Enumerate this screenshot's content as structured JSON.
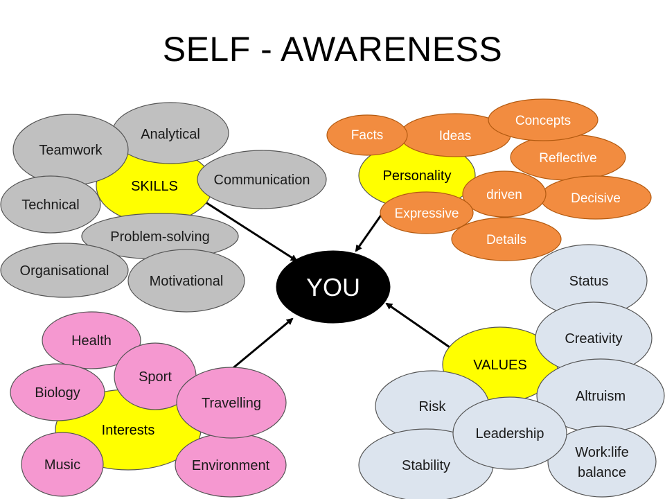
{
  "title": "SELF - AWARENESS",
  "center": "YOU",
  "colors": {
    "hub": "#ffff00",
    "skills": "#c0c0c0",
    "personality": "#f28c40",
    "interests": "#f598d0",
    "values": "#dce4ee",
    "center": "#000000"
  },
  "skills": {
    "hub": "SKILLS",
    "items": [
      "Analytical",
      "Teamwork",
      "Communication",
      "Technical",
      "Problem-solving",
      "Organisational",
      "Motivational"
    ]
  },
  "personality": {
    "hub": "Personality",
    "items": [
      "Facts",
      "Ideas",
      "Concepts",
      "Reflective",
      "driven",
      "Decisive",
      "Expressive",
      "Details"
    ]
  },
  "interests": {
    "hub": "Interests",
    "items": [
      "Health",
      "Sport",
      "Biology",
      "Travelling",
      "Music",
      "Environment"
    ]
  },
  "values": {
    "hub": "VALUES",
    "items": [
      "Status",
      "Creativity",
      "Altruism",
      "Risk",
      "Leadership",
      "Stability",
      "Work:life",
      "balance"
    ]
  }
}
